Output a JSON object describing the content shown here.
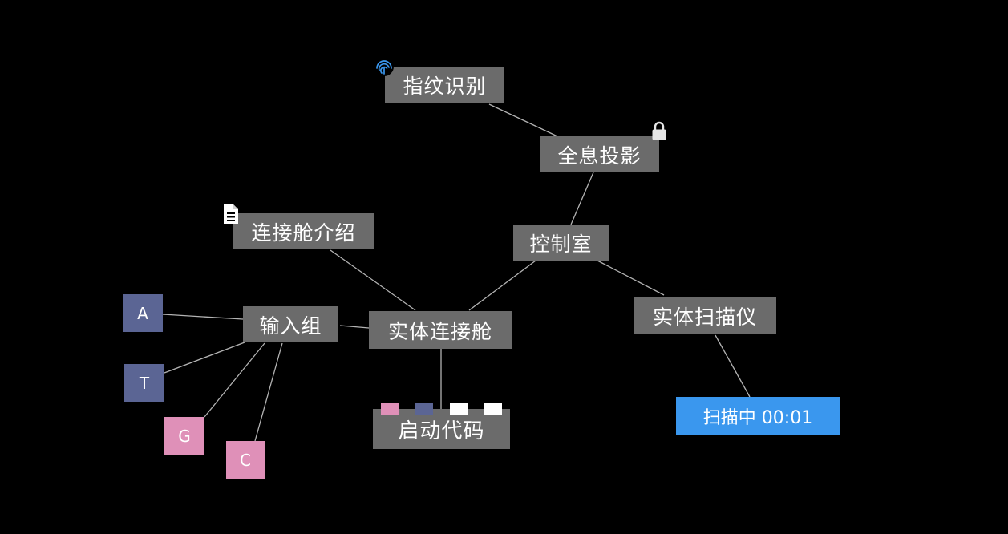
{
  "nodes": {
    "fingerprint": "指纹识别",
    "hologram": "全息投影",
    "control_room": "控制室",
    "dock_intro": "连接舱介绍",
    "input_group": "输入组",
    "entity_dock": "实体连接舱",
    "entity_scanner": "实体扫描仪",
    "scanning_status": "扫描中 00:01",
    "boot_code": "启动代码"
  },
  "dna_tiles": {
    "a": "A",
    "t": "T",
    "g": "G",
    "c": "C"
  },
  "boot_code_slots": [
    {
      "state": "pink"
    },
    {
      "state": "blue"
    },
    {
      "state": "white"
    },
    {
      "state": "white"
    }
  ],
  "icons": {
    "fingerprint": "fingerprint-icon",
    "lock": "lock-icon",
    "document": "document-icon"
  },
  "colors": {
    "background": "#000000",
    "node": "#6b6b6b",
    "scan_active": "#3a97ee",
    "tile_blue": "#5b6594",
    "tile_pink": "#df90b8",
    "slot_white": "#ffffff",
    "link": "#b3b3b3"
  }
}
